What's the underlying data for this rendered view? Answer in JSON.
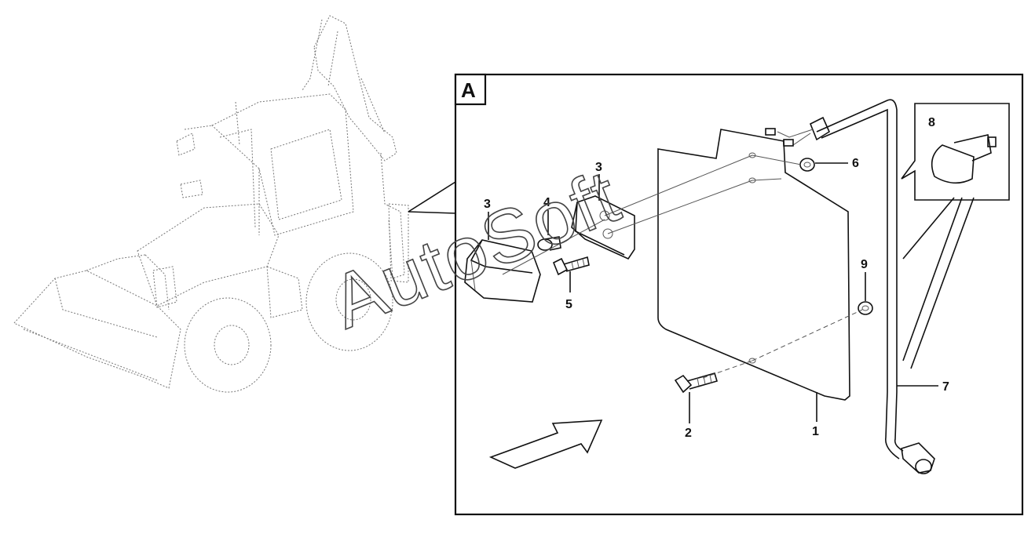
{
  "detail": {
    "letter": "A"
  },
  "watermark": "AutoSoft",
  "callouts": [
    {
      "id": "callout-1",
      "text": "1"
    },
    {
      "id": "callout-2",
      "text": "2"
    },
    {
      "id": "callout-3a",
      "text": "3"
    },
    {
      "id": "callout-3b",
      "text": "3"
    },
    {
      "id": "callout-4",
      "text": "4"
    },
    {
      "id": "callout-5",
      "text": "5"
    },
    {
      "id": "callout-6",
      "text": "6"
    },
    {
      "id": "callout-7",
      "text": "7"
    },
    {
      "id": "callout-8",
      "text": "8"
    },
    {
      "id": "callout-9",
      "text": "9"
    }
  ]
}
